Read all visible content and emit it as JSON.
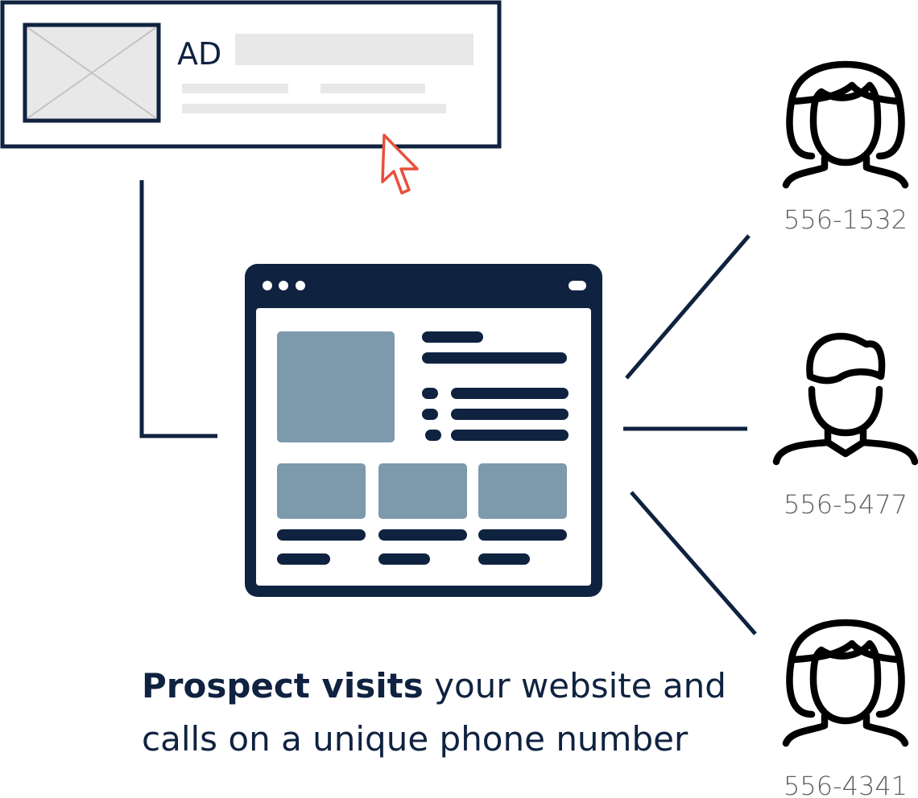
{
  "ad": {
    "label": "AD"
  },
  "contacts": [
    {
      "phone": "556-1532",
      "avatar": "woman-icon"
    },
    {
      "phone": "556-5477",
      "avatar": "man-icon"
    },
    {
      "phone": "556-4341",
      "avatar": "woman-icon"
    }
  ],
  "caption": {
    "bold": "Prospect visits",
    "line1_rest": " your website and",
    "line2": "calls on a unique phone number"
  },
  "colors": {
    "navy": "#0f2240",
    "slate": "#7d99ac",
    "placeholder_gray": "#e8e8e8",
    "cursor_red": "#e8503a"
  }
}
